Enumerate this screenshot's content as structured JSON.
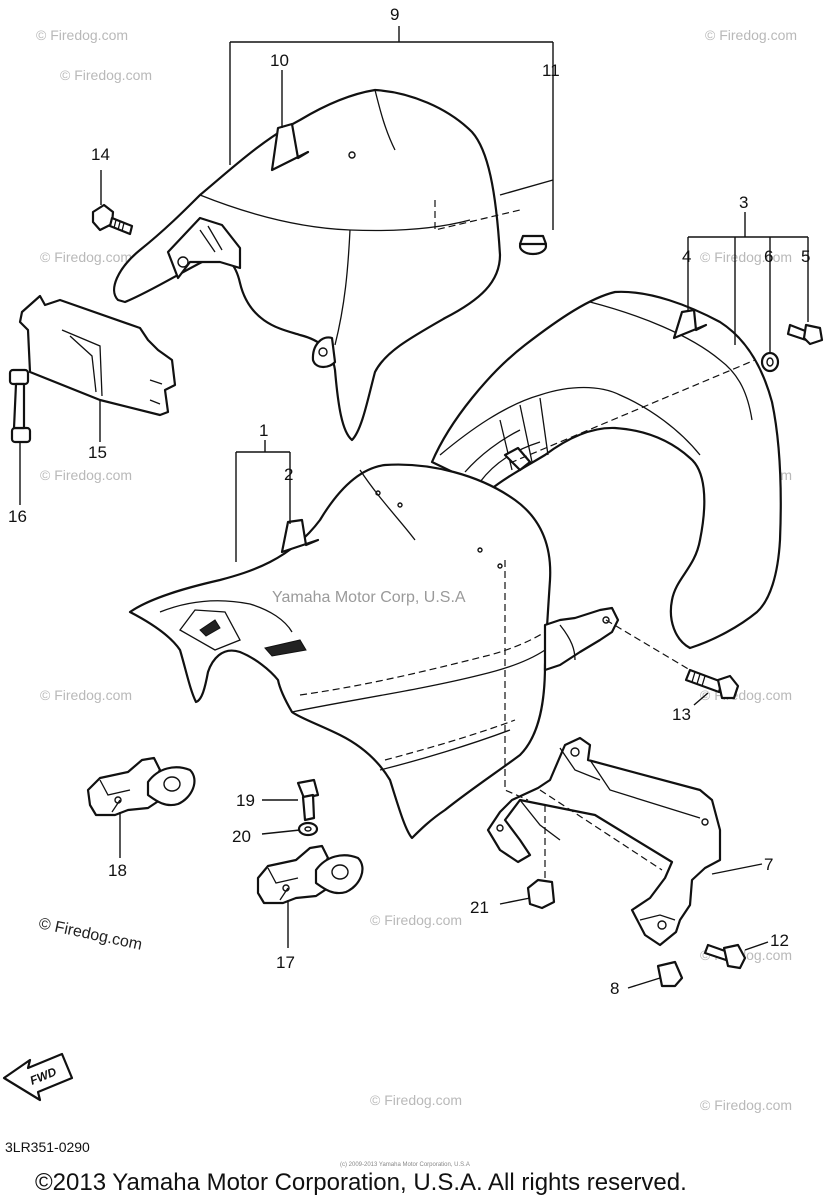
{
  "diagram": {
    "callouts": [
      "1",
      "2",
      "3",
      "4",
      "5",
      "6",
      "7",
      "8",
      "9",
      "10",
      "11",
      "12",
      "13",
      "14",
      "15",
      "16",
      "17",
      "18",
      "19",
      "20",
      "21"
    ],
    "center_watermark": "Yamaha Motor Corp, U.S.A",
    "watermark_text": "© Firedog.com",
    "firedog_label": "© Firedog.com",
    "fwd_label": "FWD",
    "reference_code": "3LR351-0290",
    "tiny_copyright": "(c) 2009-2013 Yamaha Motor Corporation, U.S.A",
    "copyright": "©2013 Yamaha Motor Corporation, U.S.A. All rights reserved."
  }
}
